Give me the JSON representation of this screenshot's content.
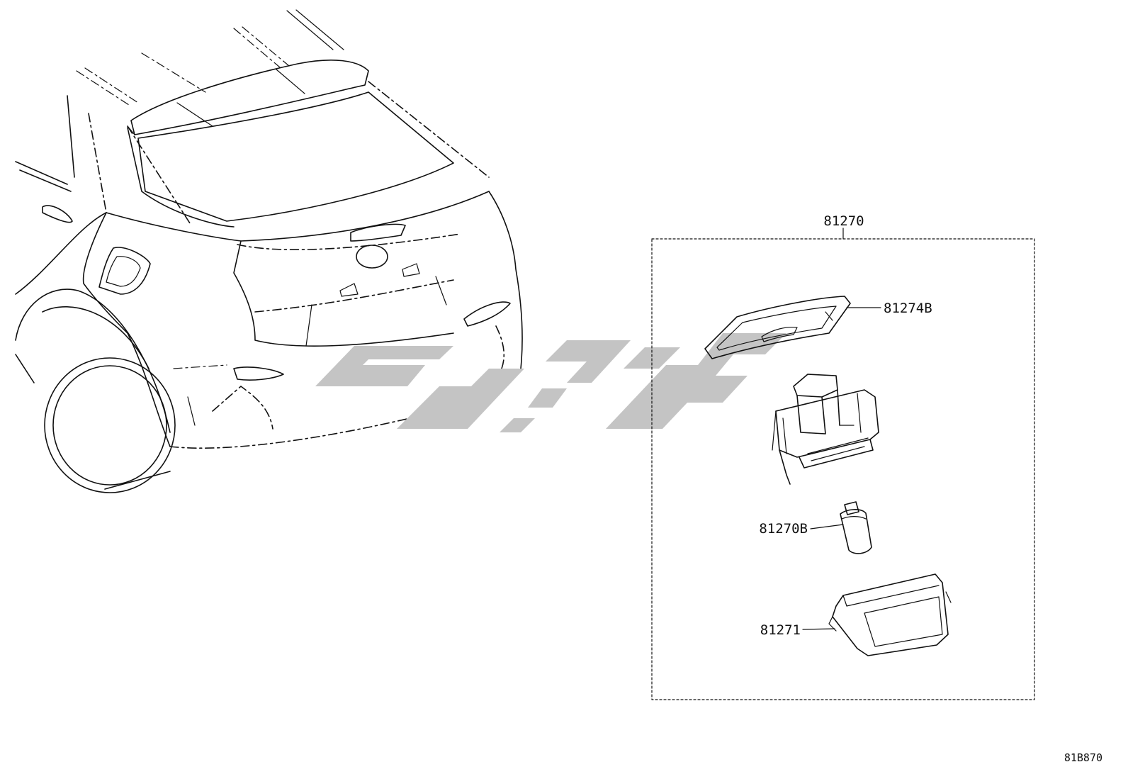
{
  "parts": {
    "assembly": "81270",
    "cover": "81274B",
    "bulb": "81270B",
    "lens": "81271"
  },
  "diagram_code": "81B870",
  "colors": {
    "line": "#111111",
    "watermark": "#c4c4c4",
    "background": "#ffffff"
  }
}
